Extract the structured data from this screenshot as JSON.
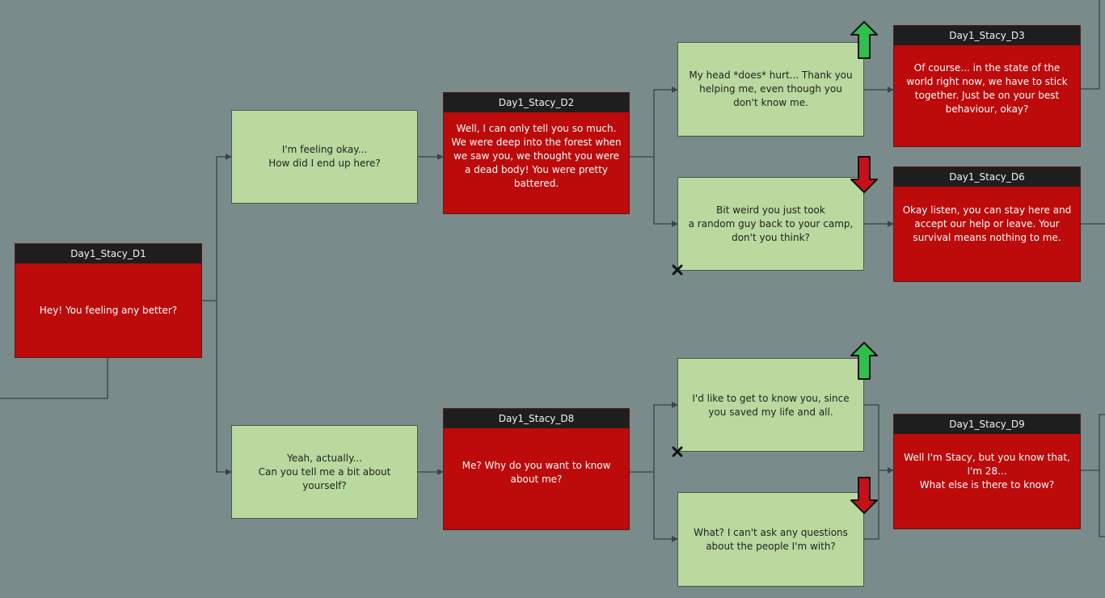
{
  "npc_nodes": {
    "d1": {
      "title": "Day1_Stacy_D1",
      "text": "Hey! You feeling any better?"
    },
    "d2": {
      "title": "Day1_Stacy_D2",
      "text": "Well, I can only tell you so much.\nWe were deep into the forest when we saw you, we thought you were a dead body! You were pretty battered."
    },
    "d3": {
      "title": "Day1_Stacy_D3",
      "text": "Of course... in the state of the world right now, we have to stick together. Just be on your best behaviour, okay?"
    },
    "d6": {
      "title": "Day1_Stacy_D6",
      "text": "Okay listen, you can stay here and accept our help or leave. Your survival means nothing to me."
    },
    "d8": {
      "title": "Day1_Stacy_D8",
      "text": "Me? Why do you want to know about me?"
    },
    "d9": {
      "title": "Day1_Stacy_D9",
      "text": "Well I'm Stacy, but you know that, I'm 28...\nWhat else is there to know?"
    }
  },
  "responses": {
    "r_okay": "I'm feeling okay...\nHow did I end up here?",
    "r_actually": "Yeah, actually...\nCan you tell me a bit about yourself?",
    "r_head": "My head *does* hurt... Thank you helping me, even though you don't know me.",
    "r_weird": "Bit weird you just took\na random guy back to your camp, don't you think?",
    "r_know": "I'd like to get to know you, since you saved my life and all.",
    "r_ask": "What? I can't ask any questions about the people I'm with?"
  },
  "colors": {
    "background": "#7a8b8b",
    "npc_fill": "#bd0a0b",
    "npc_header": "#1e1e1e",
    "response_fill": "#b9d99f",
    "wire": "#3a4444",
    "up_arrow": "#2ec04a",
    "down_arrow": "#c8101a"
  },
  "icons": {
    "approval_up": "up-arrow-icon",
    "approval_down": "down-arrow-icon",
    "fail": "x-mark-icon"
  }
}
